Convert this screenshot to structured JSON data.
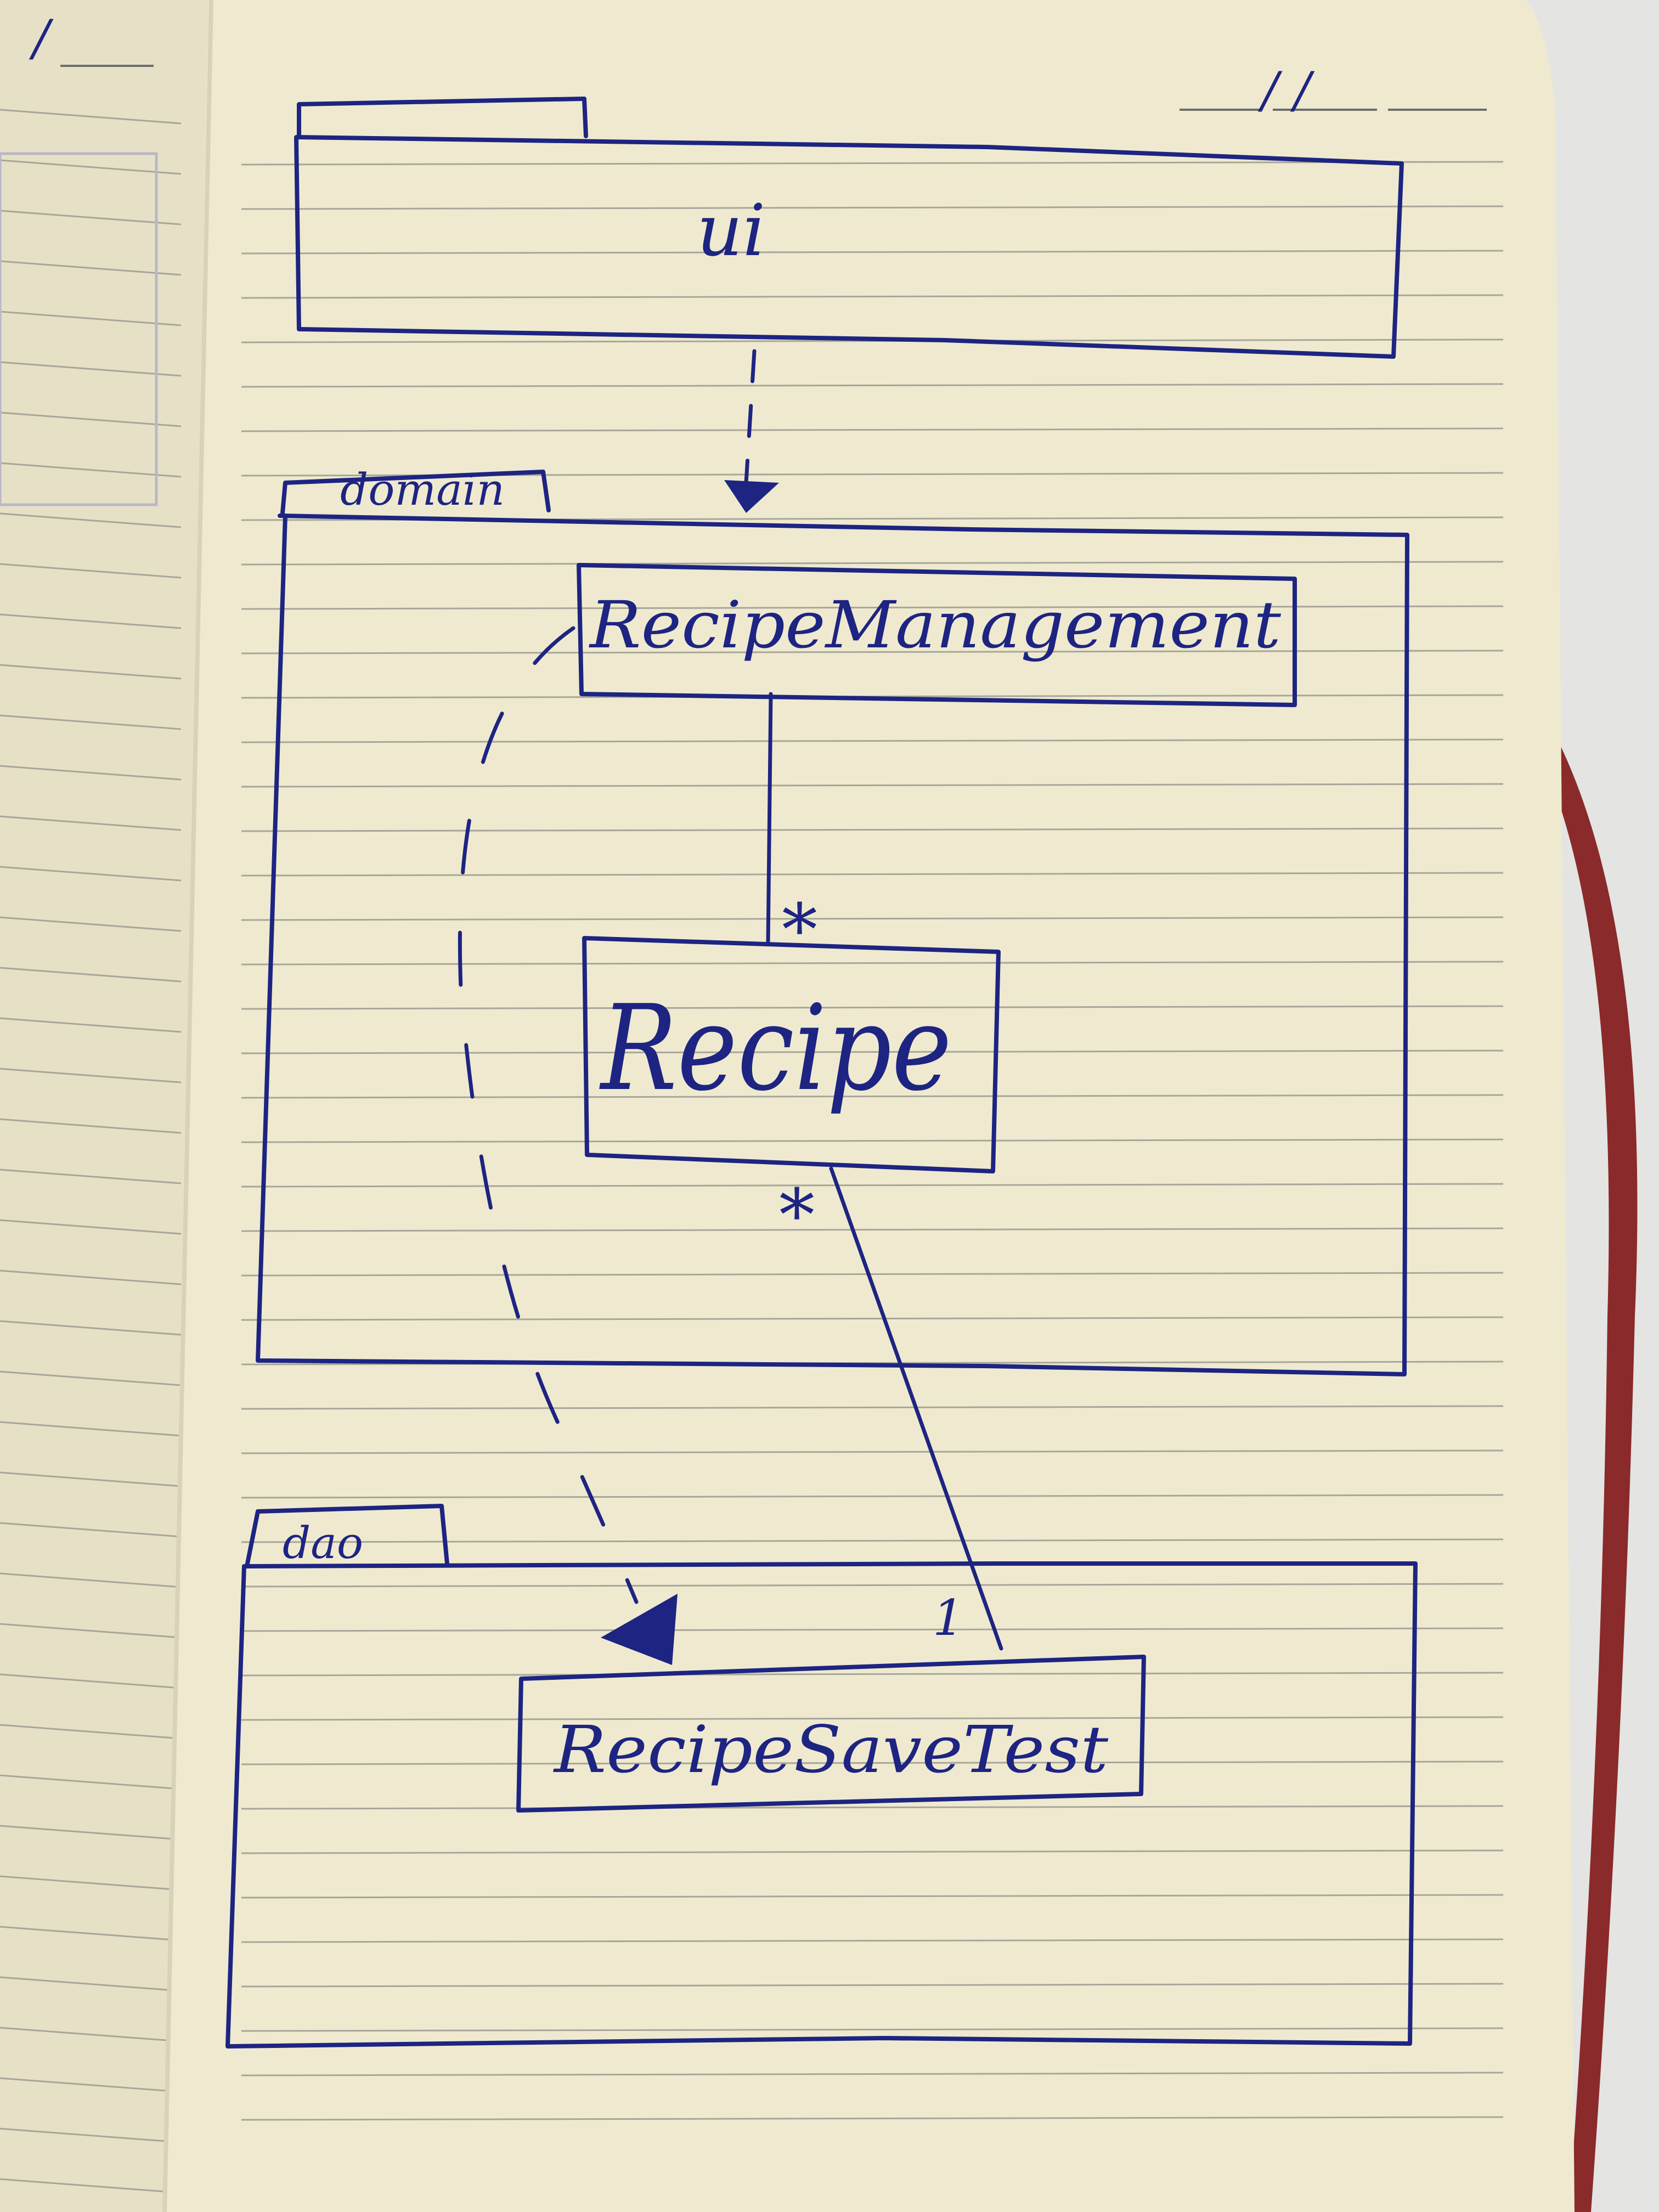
{
  "page_header": {
    "date_placeholder_left": "/",
    "date_placeholder_right": "/       /"
  },
  "diagram": {
    "packages": [
      {
        "id": "ui",
        "label": "ui"
      },
      {
        "id": "domain",
        "label": "domain"
      },
      {
        "id": "dao",
        "label": "dao"
      }
    ],
    "classes": [
      {
        "id": "recipe_management",
        "label": "RecipeManagement"
      },
      {
        "id": "recipe",
        "label": "Recipe"
      },
      {
        "id": "recipe_save_test",
        "label": "RecipeSaveTest"
      }
    ],
    "relations": [
      {
        "from": "ui",
        "to": "domain",
        "type": "dependency"
      },
      {
        "from": "recipe_management",
        "to": "recipe",
        "type": "association",
        "from_multiplicity": "",
        "to_multiplicity": "*"
      },
      {
        "from": "recipe",
        "to": "recipe_save_test",
        "type": "association",
        "from_multiplicity": "*",
        "to_multiplicity": "1"
      },
      {
        "from": "recipe_management",
        "to": "recipe_save_test",
        "type": "dependency"
      }
    ]
  },
  "colors": {
    "ink": "#1e2482",
    "paper": "#efeacf",
    "rule_line": "#a7a69a",
    "bookmark": "#8a2a2a"
  }
}
